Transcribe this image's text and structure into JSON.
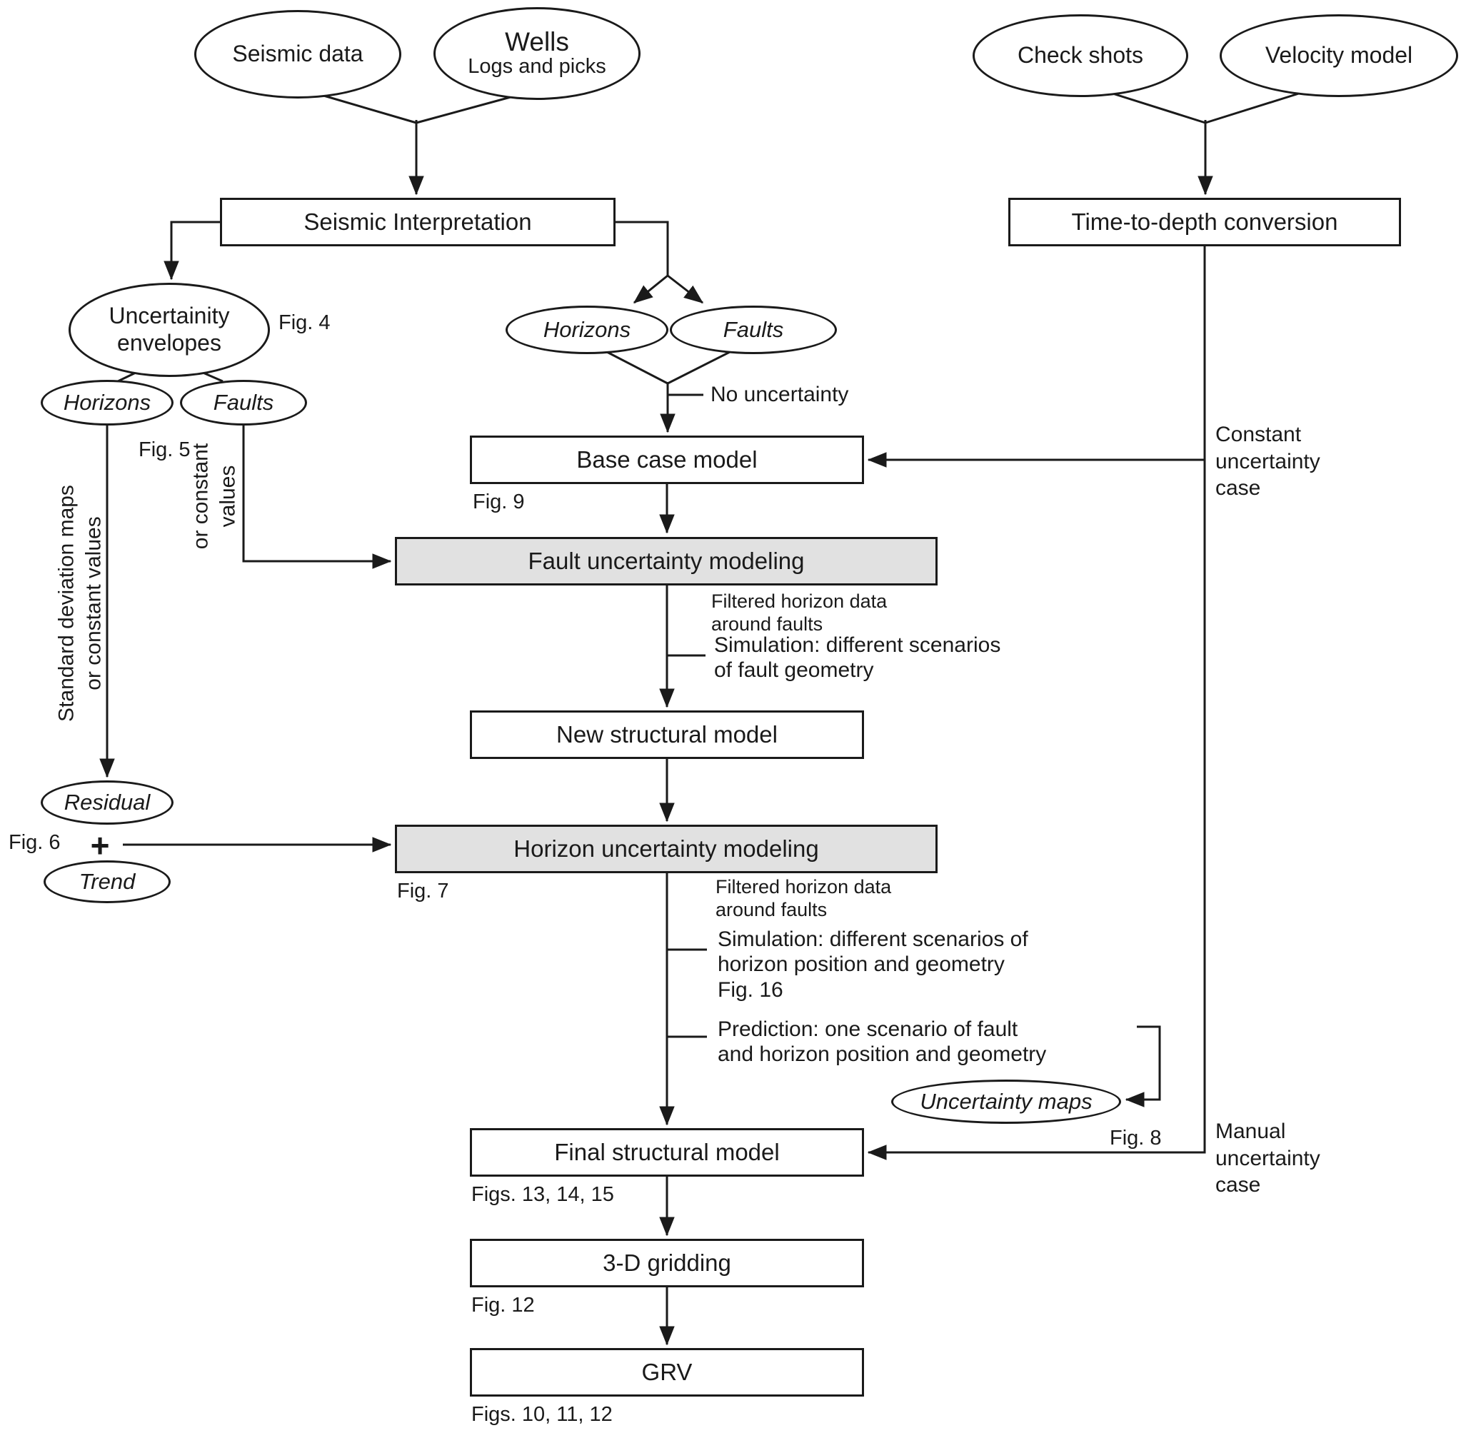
{
  "nodes": {
    "seismic_data": "Seismic data",
    "wells_title": "Wells",
    "wells_subtitle": "Logs and picks",
    "check_shots": "Check shots",
    "velocity_model": "Velocity model",
    "seismic_interpretation": "Seismic Interpretation",
    "time_to_depth_conversion": "Time-to-depth conversion",
    "uncertainty_envelopes": "Uncertainity\nenvelopes",
    "horizons_envelope": "Horizons",
    "faults_envelope": "Faults",
    "residual": "Residual",
    "trend": "Trend",
    "horizons_interp": "Horizons",
    "faults_interp": "Faults",
    "base_case_model": "Base case model",
    "fault_uncertainty_modeling": "Fault uncertainty modeling",
    "new_structural_model": "New structural model",
    "horizon_uncertainty_modeling": "Horizon uncertainty modeling",
    "uncertainty_maps": "Uncertainty maps",
    "final_structural_model": "Final structural model",
    "three_d_gridding": "3-D gridding",
    "grv": "GRV"
  },
  "labels": {
    "fig4": "Fig. 4",
    "fig5": "Fig. 5",
    "fig6": "Fig. 6",
    "fig7": "Fig. 7",
    "fig8": "Fig. 8",
    "fig9": "Fig. 9",
    "fig12": "Fig. 12",
    "figs_13_14_15": "Figs. 13, 14, 15",
    "figs_10_11_12": "Figs. 10, 11, 12",
    "plus_sign": "+",
    "std_dev_rotated": "Standard deviation maps\nor constant values",
    "or_constant_rotated": "or constant\nvalues",
    "no_uncertainty": "No uncertainty",
    "filtered_fault": "Filtered horizon data\naround faults",
    "simulation_fault": "Simulation: different scenarios\nof fault geometry",
    "filtered_horizon": "Filtered horizon data\naround faults",
    "simulation_horizon": "Simulation: different scenarios of\nhorizon position and geometry\nFig. 16",
    "prediction": "Prediction: one scenario of fault\nand horizon position and geometry",
    "constant_uncertainty_case": "Constant\nuncertainty\ncase",
    "manual_uncertainty_case": "Manual\nuncertainty\ncase"
  },
  "colors": {
    "stroke": "#1a1a1a",
    "shaded_box": "#e1e1e1",
    "background": "#ffffff"
  }
}
